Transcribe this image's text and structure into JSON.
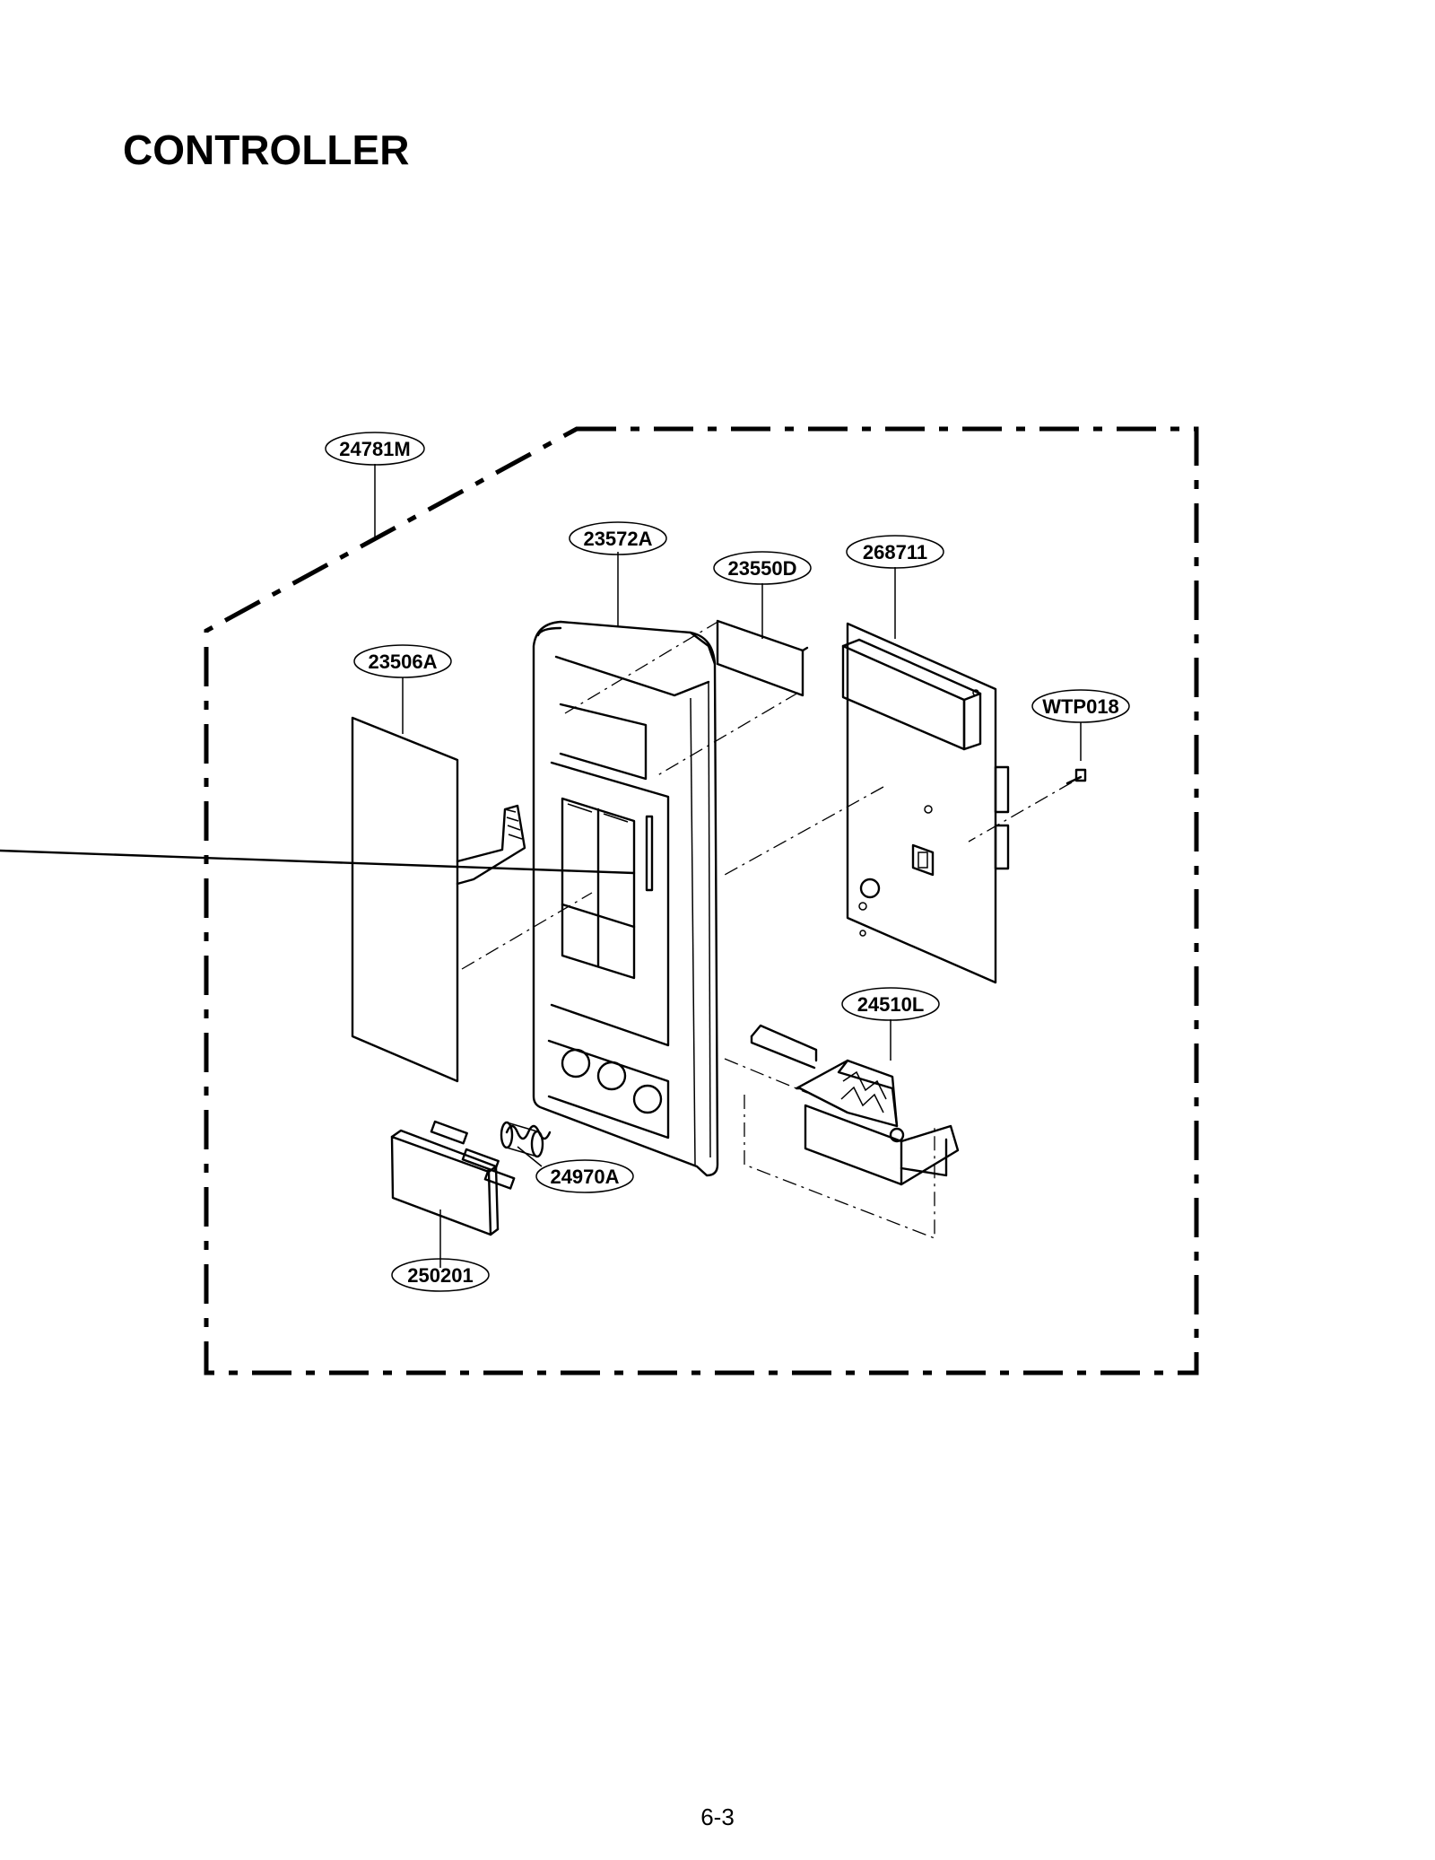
{
  "page": {
    "title": "CONTROLLER",
    "page_number": "6-3"
  },
  "parts": {
    "p24781M": "24781M",
    "p23572A": "23572A",
    "p23550D": "23550D",
    "p268711": "268711",
    "p23506A": "23506A",
    "pWTP018": "WTP018",
    "p24510L": "24510L",
    "p24970A": "24970A",
    "p250201": "250201"
  }
}
